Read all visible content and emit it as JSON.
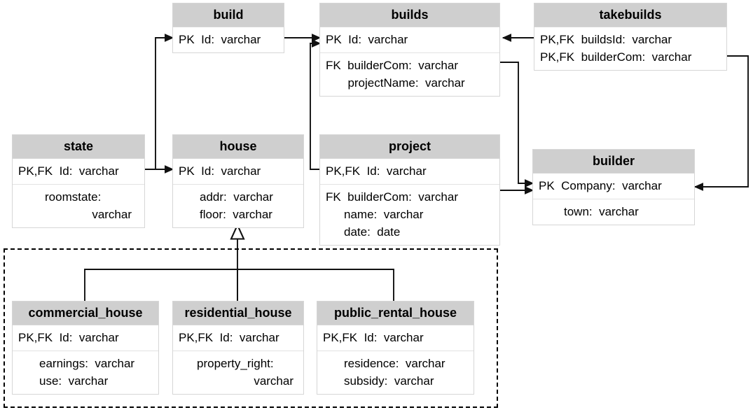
{
  "diagram": {
    "type": "entity-relationship-diagram",
    "notation": "crow-foot-arrow / UML generalization",
    "background": "#ffffff",
    "header_fill": "#cfcfcf",
    "border_color": "#d6d6d6",
    "line_color": "#111111"
  },
  "tables": {
    "build": {
      "title": "build",
      "sections": [
        {
          "rows": [
            {
              "key": "PK",
              "name": "Id",
              "type": "varchar"
            }
          ]
        }
      ]
    },
    "builds": {
      "title": "builds",
      "sections": [
        {
          "rows": [
            {
              "key": "PK",
              "name": "Id",
              "type": "varchar"
            }
          ]
        },
        {
          "rows": [
            {
              "key": "FK",
              "name": "builderCom",
              "type": "varchar"
            },
            {
              "key": "",
              "name": "projectName",
              "type": "varchar"
            }
          ]
        }
      ]
    },
    "takebuilds": {
      "title": "takebuilds",
      "sections": [
        {
          "rows": [
            {
              "key": "PK,FK",
              "name": "buildsId",
              "type": "varchar"
            },
            {
              "key": "PK,FK",
              "name": "builderCom",
              "type": "varchar"
            }
          ]
        }
      ]
    },
    "state": {
      "title": "state",
      "sections": [
        {
          "rows": [
            {
              "key": "PK,FK",
              "name": "Id",
              "type": "varchar"
            }
          ]
        },
        {
          "rows": [
            {
              "key": "",
              "name": "roomstate",
              "type": "varchar",
              "wrap": true
            }
          ]
        }
      ]
    },
    "house": {
      "title": "house",
      "sections": [
        {
          "rows": [
            {
              "key": "PK",
              "name": "Id",
              "type": "varchar"
            }
          ]
        },
        {
          "rows": [
            {
              "key": "",
              "name": "addr",
              "type": "varchar"
            },
            {
              "key": "",
              "name": "floor",
              "type": "varchar"
            }
          ]
        }
      ]
    },
    "project": {
      "title": "project",
      "sections": [
        {
          "rows": [
            {
              "key": "PK,FK",
              "name": "Id",
              "type": "varchar"
            }
          ]
        },
        {
          "rows": [
            {
              "key": "FK",
              "name": "builderCom",
              "type": "varchar"
            },
            {
              "key": "",
              "name": "name",
              "type": "varchar"
            },
            {
              "key": "",
              "name": "date",
              "type": "date"
            }
          ]
        }
      ]
    },
    "builder": {
      "title": "builder",
      "sections": [
        {
          "rows": [
            {
              "key": "PK",
              "name": "Company",
              "type": "varchar"
            }
          ]
        },
        {
          "rows": [
            {
              "key": "",
              "name": "town",
              "type": "varchar"
            }
          ]
        }
      ]
    },
    "commercial_house": {
      "title": "commercial_house",
      "sections": [
        {
          "rows": [
            {
              "key": "PK,FK",
              "name": "Id",
              "type": "varchar"
            }
          ]
        },
        {
          "rows": [
            {
              "key": "",
              "name": "earnings",
              "type": "varchar"
            },
            {
              "key": "",
              "name": "use",
              "type": "varchar"
            }
          ]
        }
      ]
    },
    "residential_house": {
      "title": "residential_house",
      "sections": [
        {
          "rows": [
            {
              "key": "PK,FK",
              "name": "Id",
              "type": "varchar"
            }
          ]
        },
        {
          "rows": [
            {
              "key": "",
              "name": "property_right",
              "type": "varchar",
              "wrap": true
            }
          ]
        }
      ]
    },
    "public_rental_house": {
      "title": "public_rental_house",
      "sections": [
        {
          "rows": [
            {
              "key": "PK,FK",
              "name": "Id",
              "type": "varchar"
            }
          ]
        },
        {
          "rows": [
            {
              "key": "",
              "name": "residence",
              "type": "varchar"
            },
            {
              "key": "",
              "name": "subsidy",
              "type": "varchar"
            }
          ]
        }
      ]
    }
  },
  "relationships": [
    {
      "from": "build.Id",
      "to": "builds.Id",
      "arrow": "to"
    },
    {
      "from": "house.Id",
      "to": "build.Id",
      "arrow": "to"
    },
    {
      "from": "state.Id",
      "to": "house.Id",
      "arrow": "to"
    },
    {
      "from": "project.Id",
      "to": "builds.Id",
      "arrow": "to"
    },
    {
      "from": "takebuilds.buildsId",
      "to": "builds.Id",
      "arrow": "to"
    },
    {
      "from": "takebuilds.builderCom",
      "to": "builder.Company",
      "arrow": "to"
    },
    {
      "from": "builds.builderCom",
      "to": "builder.Company",
      "arrow": "to"
    },
    {
      "from": "project.builderCom",
      "to": "builder.Company",
      "arrow": "to"
    },
    {
      "from": "house",
      "to": "subtypes",
      "arrow": "generalization-hollow-triangle"
    }
  ],
  "generalization": {
    "supertype": "house",
    "subtypes": [
      "commercial_house",
      "residential_house",
      "public_rental_house"
    ],
    "grouping": "dashed-box"
  }
}
